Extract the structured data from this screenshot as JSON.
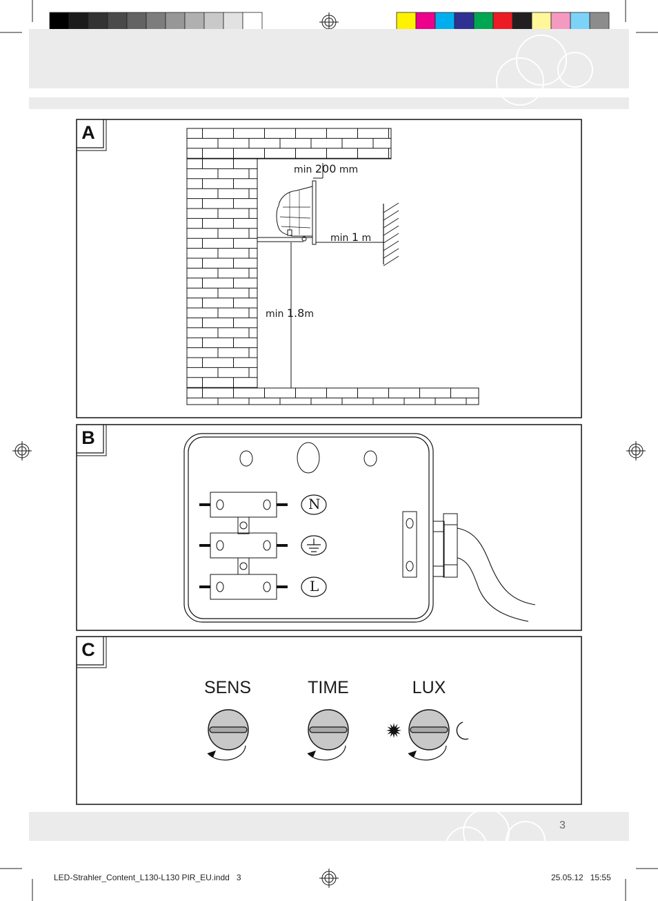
{
  "colors": {
    "grayscale_bar": [
      "#000000",
      "#1b1b1b",
      "#333333",
      "#4a4a4a",
      "#636363",
      "#7d7d7d",
      "#979797",
      "#b0b0b0",
      "#c9c9c9",
      "#e2e2e2",
      "#ffffff"
    ],
    "color_bar": [
      "#fff200",
      "#ec008c",
      "#00aeef",
      "#2e3192",
      "#00a651",
      "#ed1c24",
      "#231f20",
      "#fff799",
      "#f49ac1",
      "#7dd3f7",
      "#8c8c8c"
    ],
    "header_band": "#ebebeb",
    "knob_fill": "#c8c8c8"
  },
  "figure_a": {
    "letter": "A",
    "dim_top": {
      "prefix": "min",
      "value": "200",
      "unit": "mm"
    },
    "dim_side": {
      "prefix": "min",
      "value": "1",
      "unit": "m"
    },
    "dim_height": {
      "prefix": "min",
      "value": "1.8",
      "unit": "m"
    }
  },
  "figure_b": {
    "letter": "B",
    "terminals": [
      "N",
      "ground-symbol",
      "L"
    ]
  },
  "figure_c": {
    "letter": "C",
    "knobs": [
      {
        "label": "SENS"
      },
      {
        "label": "TIME"
      },
      {
        "label": "LUX",
        "left_icon": "sun-icon",
        "right_icon": "moon-icon"
      }
    ]
  },
  "page_number": "3",
  "footer": {
    "file": "LED-Strahler_Content_L130-L130 PIR_EU.indd",
    "page": "3",
    "date": "25.05.12",
    "time": "15:55"
  }
}
